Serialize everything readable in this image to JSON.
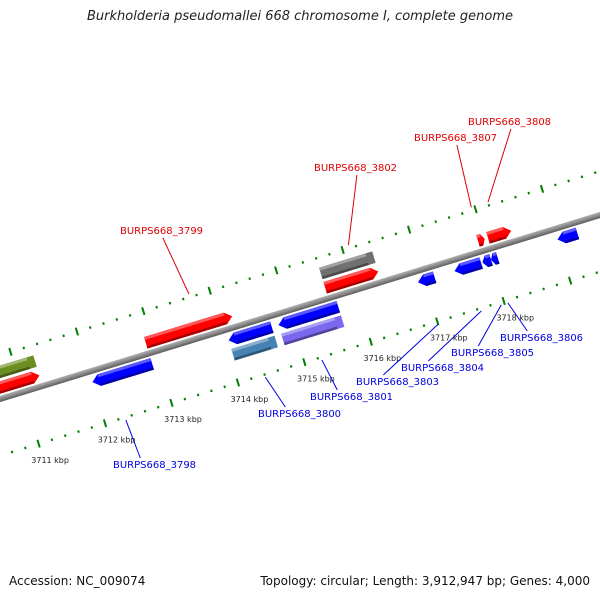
{
  "title": "Burkholderia pseudomallei 668 chromosome I, complete genome",
  "footer": {
    "accession": "Accession: NC_009074",
    "summary": "Topology: circular; Length: 3,912,947 bp; Genes: 4,000"
  },
  "colors": {
    "forward": "#ff0000",
    "reverse": "#0000ff",
    "rna_gray": "#707070",
    "olive": "#6b8e23",
    "steelblue": "#4682b4",
    "slateblue": "#7b68ee",
    "tick": "#008000",
    "label_forward": "#e00000",
    "label_reverse": "#0000e0"
  },
  "scale": {
    "unit": "kbp",
    "major_ticks": [
      "3711 kbp",
      "3712 kbp",
      "3713 kbp",
      "3714 kbp",
      "3715 kbp",
      "3716 kbp",
      "3717 kbp",
      "3718 kbp"
    ]
  },
  "features": [
    {
      "strand": "forward",
      "track": 1,
      "start_kbp": 3709.9,
      "end_kbp": 3710.5,
      "color": "forward"
    },
    {
      "strand": "forward",
      "track": 1,
      "start_kbp": 3710.5,
      "end_kbp": 3711.3,
      "color": "forward"
    },
    {
      "strand": "forward",
      "track": 2,
      "start_kbp": 3710.5,
      "end_kbp": 3711.3,
      "color": "olive"
    },
    {
      "strand": "forward",
      "track": 1,
      "start_kbp": 3712.9,
      "end_kbp": 3714.2,
      "color": "forward"
    },
    {
      "strand": "forward",
      "track": 1,
      "start_kbp": 3715.6,
      "end_kbp": 3716.4,
      "color": "forward"
    },
    {
      "strand": "forward",
      "track": 2,
      "start_kbp": 3715.6,
      "end_kbp": 3716.4,
      "color": "rna_gray"
    },
    {
      "strand": "forward",
      "track": 1,
      "start_kbp": 3717.9,
      "end_kbp": 3718.0,
      "color": "forward"
    },
    {
      "strand": "forward",
      "track": 1,
      "start_kbp": 3718.05,
      "end_kbp": 3718.4,
      "color": "forward"
    },
    {
      "strand": "reverse",
      "track": 1,
      "start_kbp": 3712.0,
      "end_kbp": 3712.9,
      "color": "reverse"
    },
    {
      "strand": "reverse",
      "track": 1,
      "start_kbp": 3714.05,
      "end_kbp": 3714.7,
      "color": "reverse"
    },
    {
      "strand": "reverse",
      "track": 2,
      "start_kbp": 3714.05,
      "end_kbp": 3714.7,
      "color": "steelblue"
    },
    {
      "strand": "reverse",
      "track": 1,
      "start_kbp": 3714.8,
      "end_kbp": 3715.7,
      "color": "reverse"
    },
    {
      "strand": "reverse",
      "track": 2,
      "start_kbp": 3714.8,
      "end_kbp": 3715.7,
      "color": "slateblue"
    },
    {
      "strand": "reverse",
      "track": 1,
      "start_kbp": 3716.9,
      "end_kbp": 3717.15,
      "color": "reverse"
    },
    {
      "strand": "reverse",
      "track": 1,
      "start_kbp": 3717.45,
      "end_kbp": 3717.85,
      "color": "reverse"
    },
    {
      "strand": "reverse",
      "track": 1,
      "start_kbp": 3717.87,
      "end_kbp": 3718.0,
      "color": "reverse"
    },
    {
      "strand": "reverse",
      "track": 1,
      "start_kbp": 3718.0,
      "end_kbp": 3718.1,
      "color": "reverse"
    },
    {
      "strand": "reverse",
      "track": 1,
      "start_kbp": 3719.0,
      "end_kbp": 3719.3,
      "color": "reverse"
    }
  ],
  "labels": {
    "forward": [
      {
        "text": "BURPS668_3799",
        "pointer_kbp": 3713.7
      },
      {
        "text": "BURPS668_3802",
        "pointer_kbp": 3716.1
      },
      {
        "text": "BURPS668_3807",
        "pointer_kbp": 3717.95
      },
      {
        "text": "BURPS668_3808",
        "pointer_kbp": 3718.2
      }
    ],
    "reverse": [
      {
        "text": "BURPS668_3798",
        "pointer_kbp": 3712.3
      },
      {
        "text": "BURPS668_3800",
        "pointer_kbp": 3714.4
      },
      {
        "text": "BURPS668_3801",
        "pointer_kbp": 3715.25
      },
      {
        "text": "BURPS668_3803",
        "pointer_kbp": 3717.0
      },
      {
        "text": "BURPS668_3804",
        "pointer_kbp": 3717.65
      },
      {
        "text": "BURPS668_3805",
        "pointer_kbp": 3717.95
      },
      {
        "text": "BURPS668_3806",
        "pointer_kbp": 3718.05
      }
    ]
  }
}
